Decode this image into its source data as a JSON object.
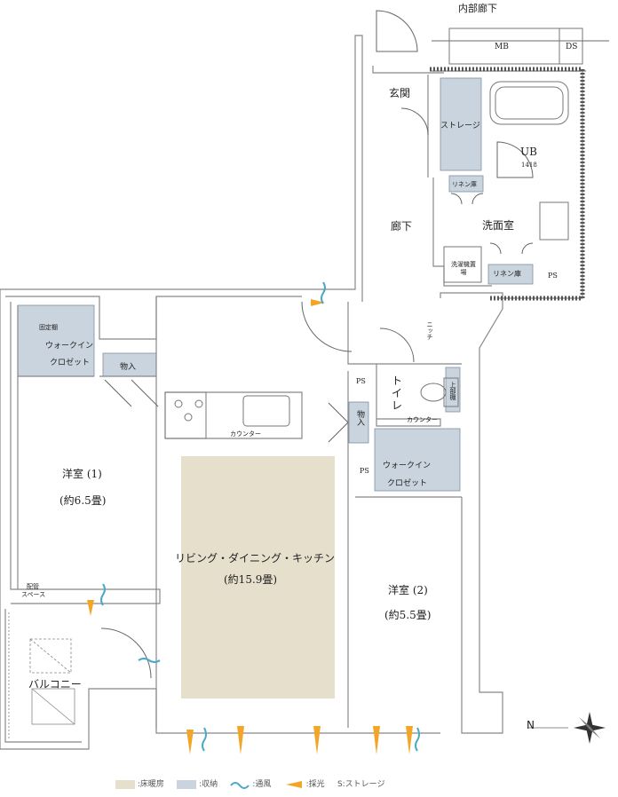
{
  "rooms": {
    "hall_top": "内部廊下",
    "mb": "MB",
    "ds": "DS",
    "genkan": "玄関",
    "storage": "ストレージ",
    "ub": "UB",
    "ub_size": "1418",
    "linen1": "リネン庫",
    "washroom": "洗面室",
    "laundry": "洗濯機置場",
    "linen2": "リネン庫",
    "ps_wash": "PS",
    "corridor": "廊下",
    "niche": "ニッチ",
    "ps1": "PS",
    "toilet": "トイレ",
    "upper_shelf": "上部棚",
    "toilet_counter": "カウンター",
    "storage_mono": "物入",
    "ps2": "PS",
    "wic2_line1": "ウォークイン",
    "wic2_line2": "クロゼット",
    "fixed_shelf": "固定棚",
    "wic1_line1": "ウォークイン",
    "wic1_line2": "クロゼット",
    "mono1": "物入",
    "kitchen_counter": "カウンター",
    "room1_name": "洋室 (1)",
    "room1_size": "(約6.5畳)",
    "ldk_name": "リビング・ダイニング・キッチン",
    "ldk_size": "(約15.9畳)",
    "room2_name": "洋室 (2)",
    "room2_size": "(約5.5畳)",
    "pipe_line1": "配管",
    "pipe_line2": "スペース",
    "balcony": "バルコニー"
  },
  "compass": "N",
  "legend": {
    "floor_heating": ":床暖房",
    "storage": ":収納",
    "ventilation": ":通風",
    "daylight": ":採光",
    "storage_s": "S:ストレージ"
  },
  "colors": {
    "floor_heating": "#e6dfcb",
    "storage": "#c9d4de",
    "wall": "#888888",
    "ventilation": "#4aa8c8",
    "daylight": "#f2a526"
  }
}
